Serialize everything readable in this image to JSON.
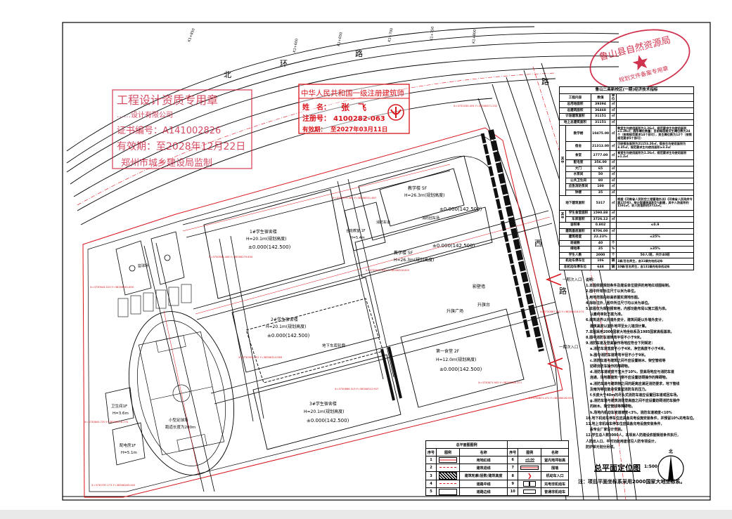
{
  "stamps": {
    "design_qualification": {
      "lines": [
        "工程设计资质专用章",
        "……设计有限公司",
        "证书编号：A141002826",
        "有效期：至2028年12月22日",
        "郑州市城乡建设局监制"
      ]
    },
    "architect": {
      "header": "中华人民共和国一级注册建筑师",
      "name_label": "姓　名：",
      "name": "张　飞",
      "reg_label": "注册号：",
      "reg_no": "4100282-063",
      "valid_label": "有效期：",
      "valid": "至2027年03月11日"
    },
    "bureau": {
      "name": "鲁山县自然资源局",
      "sub": "规划文件备案专用章"
    }
  },
  "roads": {
    "north_1": "北",
    "north_2": "环",
    "north_3": "路",
    "west_1": "西",
    "west_2": "路",
    "west_3": "路",
    "chainage": [
      "K1+600",
      "K1+650",
      "K1+700",
      "K1+750",
      "K1+800",
      "K1+850"
    ]
  },
  "site": {
    "teaching_a": {
      "name": "教学楼 5F",
      "height": "H=26.3m(规划高度)",
      "elev": "±0.000(142.500)"
    },
    "teaching_b": {
      "name": "教学楼 5F",
      "height": "H=26.3m(规划高度)",
      "elev": "±0.000(142.500)"
    },
    "fire_lane": "消防车道",
    "fire_turn": "消防回车场",
    "lecture": {
      "name": "合班教室 1F",
      "height": "H=5.4m"
    },
    "dorm1": {
      "name": "1#学生宿舍楼",
      "height": "H=20.1m(规划高度)",
      "elev": "±0.000(142.500)"
    },
    "dorm2": {
      "name": "2#学生宿舍楼",
      "height": "H=20.1m(规划高度)",
      "elev": "±0.000(142.500)"
    },
    "dorm3": {
      "name": "3#学生宿舍楼",
      "height": "H=20.1m(规划高度)",
      "elev": "±0.000(142.500)"
    },
    "garage": "地下车库轮廓",
    "canteen": {
      "name": "第一食堂 2F",
      "height": "H=12.0m(规划高度)",
      "elev": "±0.000(142.500)"
    },
    "flag_square": "升旗广场",
    "flag_platform": "升旗台",
    "screen_wall": "影壁墙",
    "basketball": "篮球场",
    "football": "小型足球场",
    "track": "跑道长度为200m",
    "toilet": {
      "name": "卫生间1F",
      "height": "H=3.6m"
    },
    "power": {
      "name": "配电房1F",
      "height": "H=5.1m"
    },
    "entrance_1": "一期次入口",
    "entrance_2": "一期次入口",
    "coords": [
      "X=3730934.408 Y=38306279.830",
      "X=3730975.065 Y=38306331.467",
      "X=3730941.839 Y=38306318.825",
      "X=3730904.252 Y=38306314.569",
      "X=3730866.313 Y=38306312.937",
      "X=3730871.905 Y=38306365.371",
      "X=3730887.842 Y=38306418.574",
      "X=3730871.471 Y=38306428.093",
      "X=3730845.720 Y=38306216.270",
      "X=3730797.173 Y=38306185.045",
      "X=3731030.454 Y=38306371.232",
      "X=3730944.529 Y=38306261.800"
    ]
  },
  "tech_table": {
    "title": "鲁山二高新校区(一期)经济技术指标",
    "headers": [
      "工程内容",
      "数值",
      "单位"
    ],
    "rows": [
      {
        "name": "总用地面积",
        "value": "39394",
        "unit": "㎡",
        "note": ""
      },
      {
        "name": "总建筑面积",
        "value": "36468",
        "unit": "㎡",
        "note": ""
      },
      {
        "name": "计容建筑面积",
        "value": "31151",
        "unit": "㎡",
        "note": ""
      },
      {
        "name": "地上总建筑面积",
        "value": "31151",
        "unit": "㎡",
        "note": ""
      },
      {
        "group": "其中",
        "name": "教学楼",
        "value": "10475.00",
        "unit": "㎡",
        "note": "教室生均使用面积为1.26㎡，规范要求生均使用面积≥1.39㎡；厕所蹲位数量：目前每层楼女生蹲位数为24个（按照规范要求14个即可），男生蹲位数为12个（按照规范要求5个即可）"
      },
      {
        "name": "宿舍",
        "value": "21313.00",
        "unit": "㎡",
        "note": "可研报告面积为21153.20㎡，宿舍生均使用面积为3.35㎡，规范要求生均使用面积≥3.3㎡"
      },
      {
        "name": "食堂",
        "value": "2777.00",
        "unit": "㎡",
        "note": "食堂生均使用面积为1.26㎡，规范要求生均使用面积≥1.2㎡"
      },
      {
        "name": "配电室",
        "value": "356.00",
        "unit": "㎡",
        "note": ""
      },
      {
        "name": "大门",
        "value": "65",
        "unit": "㎡",
        "note": ""
      },
      {
        "name": "水泵间",
        "value": "50",
        "unit": "㎡",
        "note": ""
      },
      {
        "name": "公共卫生间",
        "value": "80",
        "unit": "㎡",
        "note": ""
      },
      {
        "name": "应急消防泵间",
        "value": "100",
        "unit": "㎡",
        "note": ""
      },
      {
        "name": "钟楼",
        "value": "35",
        "unit": "㎡",
        "note": ""
      },
      {
        "name": "地下建筑面积",
        "value": "5317",
        "unit": "㎡",
        "note": "根据《河南省人民防空工程管理办法》《河南省人民政府令第155号》，按计容建筑面积5%配建，其中人防面积约1591㎡，非人防面积约3722㎡。"
      },
      {
        "group": "其中",
        "name": "学生食堂面积",
        "value": "1590.88",
        "unit": "㎡",
        "note": ""
      },
      {
        "name": "车库面积",
        "value": "3726.12",
        "unit": "㎡",
        "note": ""
      },
      {
        "name": "容积率",
        "value": "0.802",
        "unit": "",
        "note": "≤0.9"
      },
      {
        "name": "建筑基底面积",
        "value": "8706.00",
        "unit": "㎡",
        "note": ""
      },
      {
        "name": "建筑密度",
        "value": "22.23%",
        "unit": "",
        "note": "≤25%"
      },
      {
        "name": "班级数",
        "value": "40",
        "unit": "个",
        "note": ""
      },
      {
        "name": "绿地率",
        "value": "35",
        "unit": "%",
        "note": "≥35%"
      },
      {
        "name": "学生人数",
        "value": "2000",
        "unit": "个",
        "note": "50人/班，共计40班"
      },
      {
        "name": "机动车停车位",
        "value": "106",
        "unit": "辆",
        "note": "1辆/百名师生，含31辆充电机动车"
      },
      {
        "name": "非机动车停车位",
        "value": "648",
        "unit": "辆",
        "note": "10辆/百名师生，含131辆充电非机动车"
      }
    ]
  },
  "notes": {
    "title": "说明：",
    "items": [
      "1.本图依据规划条件及建设单位提供的用地红线图绘制。",
      "2.图中所有标注尺寸以米为单位。",
      "3.用地范围内标高依据实测地形图。",
      "4.除标注外，图中所注尺寸均以米为单位。",
      "5.本图仅为规划报审用，内部功能布局以施工图为准。",
      "  以最终审批方案为准。",
      "6.建筑退界以外墙外皮计，建筑间距以外墙外皮计，",
      "  建筑高度以室外地坪至女儿墙顶计算。",
      "7.本图采用2000国家大地坐标系及1985国家高程基准。",
      "8.图中消防车道转弯半径不小于9米。",
      "9.消防车道及登高操作场地应符合下列规定：",
      "a.消防车道宽度不小于4米，净空高度不小于4米。",
      "b.图中消防车道转弯半径不小于9米。",
      "c.消防车道与建筑之间不应设置树木、架空管线等",
      "  妨碍消防车操作的障碍物。",
      "d.消防车道坡度不宜大于10%，登高场地应与消防车道",
      "  连通，场地靠建筑一侧不应设置妨碍操作的障碍物。",
      "e.消防车道与建筑物之间的距离应满足消防要求，地下管线",
      "  及暗沟等应能承受重型消防车的压力。",
      "f.长度大于40m的尽头式消防车道应设置回车道或回车场。",
      "g.消防车道与建筑消防登高面之间不应设置妨碍消防车操作",
      "  的树木、架空管线等障碍物。",
      "h.场地内机动车坡道坡度<3%，消防车道坡度<10%",
      "10.地下机动车停车位应具备充电设施安装条件，并预留10%充电车位。",
      "11.地上非机动车停车位应具备充电设施安装条件，",
      "  由专业厂家设计安装。",
      "12.学生总人数2000人，本项目人防建设依据规划条件执行，",
      "  人防出入口、平时功能用途详见人防专项设计，",
      "  防护单元划分另详。"
    ]
  },
  "legend": {
    "title": "总平面图图例",
    "headers": [
      "序号",
      "图例",
      "名称"
    ],
    "items": [
      {
        "no": "1",
        "name": "用地红线"
      },
      {
        "no": "2",
        "name": "建筑退线"
      },
      {
        "no": "3",
        "name": "建筑轮廓/层数/建筑高度"
      },
      {
        "no": "4",
        "name": "道路中线"
      },
      {
        "no": "5",
        "name": "道路边线"
      },
      {
        "no": "6",
        "name": "室内地坪标高",
        "symbol_text": "±0.00"
      },
      {
        "no": "7",
        "name": "围墙"
      },
      {
        "no": "8",
        "name": "机动车入口"
      },
      {
        "no": "9",
        "name": "充电非机动车"
      },
      {
        "no": "10",
        "name": "普通非机动车"
      }
    ]
  },
  "plan": {
    "title": "总平面定位图",
    "scale": "1:500",
    "north": "北",
    "coord_note": "注：项目平面坐标系采用2000国家大地坐标系。"
  },
  "colors": {
    "red": "#d9141b",
    "ink": "#000000",
    "stamp": "#c8102e"
  }
}
